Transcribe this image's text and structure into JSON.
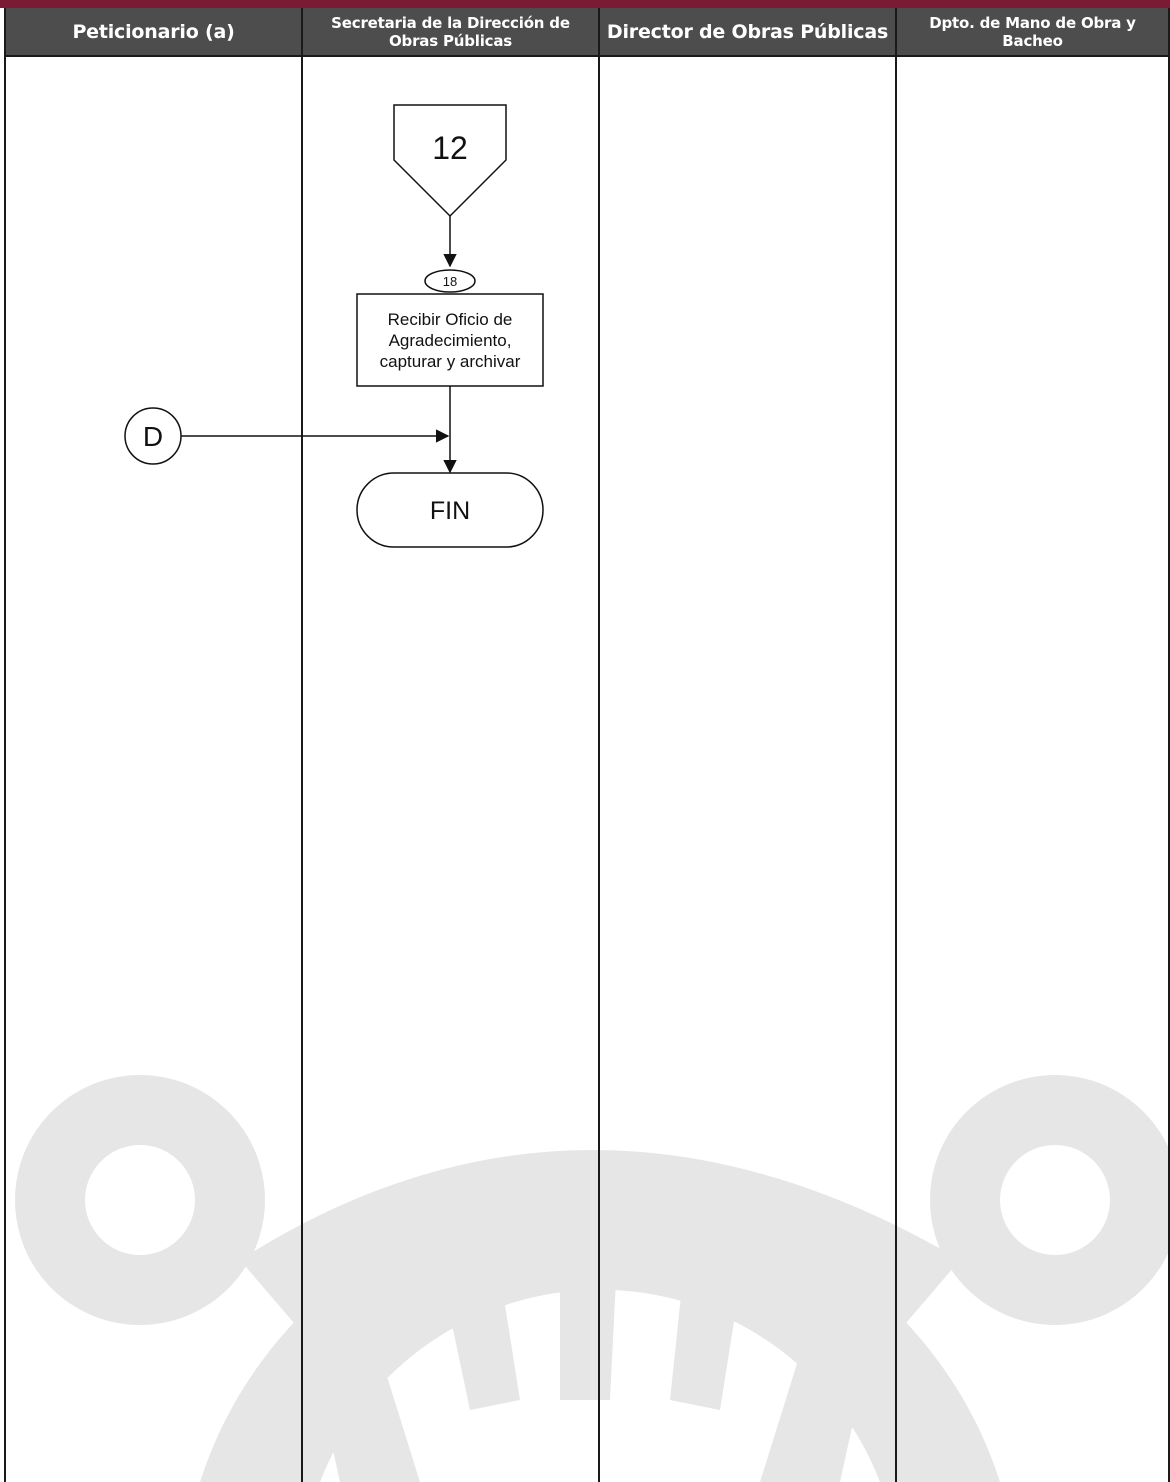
{
  "lanes": [
    {
      "title": "Peticionario (a)"
    },
    {
      "title": "Secretaria de la Dirección de Obras Públicas"
    },
    {
      "title": "Director de Obras Públicas"
    },
    {
      "title": "Dpto. de Mano de Obra y Bacheo"
    }
  ],
  "flow": {
    "offpage_connector": "12",
    "step_number": "18",
    "activity_lines": [
      "Recibir Oficio de",
      "Agradecimiento,",
      "capturar y archivar"
    ],
    "connector_label": "D",
    "terminator": "FIN"
  },
  "colors": {
    "header_bg": "#4d4d4d",
    "header_text": "#ffffff",
    "accent_bar": "#7b1a33",
    "watermark": "#e6e6e6"
  }
}
